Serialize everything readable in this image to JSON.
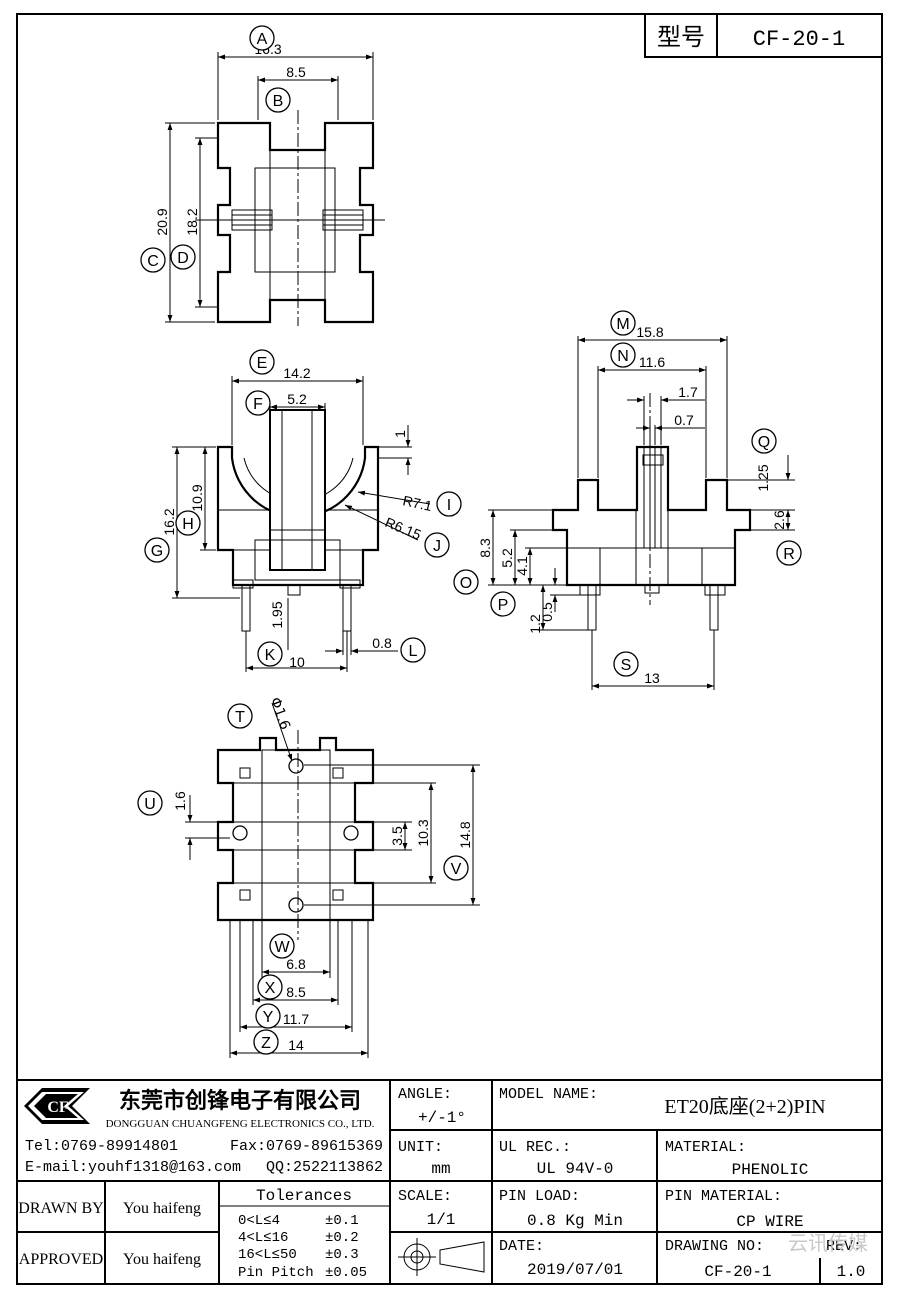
{
  "colors": {
    "ink": "#000000",
    "paper": "#ffffff",
    "watermark": "#c8c8c8"
  },
  "header": {
    "model_label": "型号",
    "model_value": "CF-20-1"
  },
  "views": {
    "top": {
      "labels": {
        "A": "A",
        "B": "B",
        "C": "C",
        "D": "D"
      },
      "dims": {
        "a": "16.3",
        "b": "8.5",
        "c": "20.9",
        "d": "18.2"
      }
    },
    "front": {
      "labels": {
        "E": "E",
        "F": "F",
        "G": "G",
        "H": "H",
        "I": "I",
        "J": "J",
        "K": "K",
        "L": "L"
      },
      "dims": {
        "e": "14.2",
        "f": "5.2",
        "g": "16.2",
        "h": "10.9",
        "i": "R7.1",
        "j": "R6.15",
        "k": "10",
        "l": "0.8",
        "pin": "1.95",
        "top": "1"
      }
    },
    "side": {
      "labels": {
        "M": "M",
        "N": "N",
        "O": "O",
        "P": "P",
        "Q": "Q",
        "R": "R",
        "S": "S"
      },
      "dims": {
        "m": "15.8",
        "n": "11.6",
        "w1": "1.7",
        "w2": "0.7",
        "q": "1.25",
        "r": "2.6",
        "o1": "8.3",
        "o2": "5.2",
        "o3": "4.1",
        "p1": "1.2",
        "p2": "0.5",
        "s": "13"
      }
    },
    "bottom": {
      "labels": {
        "T": "T",
        "U": "U",
        "V": "V",
        "W": "W",
        "X": "X",
        "Y": "Y",
        "Z": "Z"
      },
      "dims": {
        "t": "Φ1.6",
        "u": "1.6",
        "v1": "3.5",
        "v2": "10.3",
        "v3": "14.8",
        "w": "6.8",
        "x": "8.5",
        "y": "11.7",
        "z": "14"
      }
    }
  },
  "title_block": {
    "company_cn": "东莞市创锋电子有限公司",
    "company_en": "DONGGUAN CHUANGFENG ELECTRONICS CO., LTD.",
    "logo_text": "CF",
    "tel": "Tel:0769-89914801",
    "fax": "Fax:0769-89615369",
    "email": "E-mail:youhf1318@163.com",
    "qq": "QQ:2522113862",
    "angle_label": "ANGLE:",
    "angle_value": "+/-1°",
    "model_name_label": "MODEL NAME:",
    "model_name_value": "ET20底座(2+2)PIN",
    "unit_label": "UNIT:",
    "unit_value": "mm",
    "ul_label": "UL REC.:",
    "ul_value": "UL 94V-0",
    "material_label": "MATERIAL:",
    "material_value": "PHENOLIC",
    "drawn_by_label": "DRAWN BY",
    "drawn_by_value": "You haifeng",
    "approved_label": "APPROVED",
    "approved_value": "You haifeng",
    "tolerances_title": "Tolerances",
    "tolerances": [
      {
        "range": "0<L≤4",
        "value": "±0.1"
      },
      {
        "range": "4<L≤16",
        "value": "±0.2"
      },
      {
        "range": "16<L≤50",
        "value": "±0.3"
      },
      {
        "range": "Pin Pitch",
        "value": "±0.05"
      }
    ],
    "scale_label": "SCALE:",
    "scale_value": "1/1",
    "pin_load_label": "PIN LOAD:",
    "pin_load_value": "0.8 Kg Min",
    "pin_material_label": "PIN MATERIAL:",
    "pin_material_value": "CP WIRE",
    "date_label": "DATE:",
    "date_value": "2019/07/01",
    "drawing_no_label": "DRAWING NO:",
    "drawing_no_value": "CF-20-1",
    "rev_label": "REV:",
    "rev_value": "1.0"
  },
  "watermark": "云讯传媒"
}
